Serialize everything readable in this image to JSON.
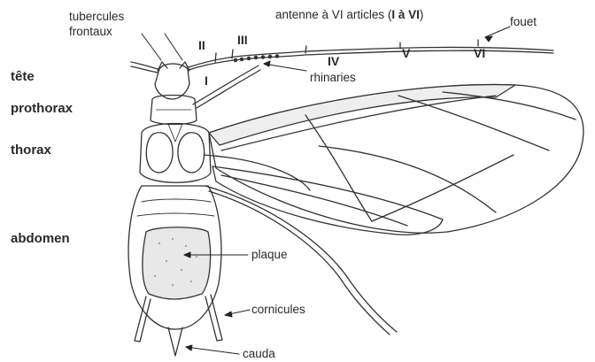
{
  "diagram": {
    "body_regions": {
      "head": "tête",
      "prothorax": "prothorax",
      "thorax": "thorax",
      "abdomen": "abdomen"
    },
    "annotations": {
      "tubercules_line1": "tubercules",
      "tubercules_line2": "frontaux",
      "antenna_prefix": "antenne à VI articles (",
      "antenna_range": "I à VI",
      "antenna_suffix": ")",
      "fouet": "fouet",
      "rhinaries": "rhinaries",
      "plaque": "plaque",
      "cornicules": "cornicules",
      "cauda": "cauda"
    },
    "antenna_segments": [
      "I",
      "II",
      "III",
      "IV",
      "V",
      "VI"
    ]
  }
}
